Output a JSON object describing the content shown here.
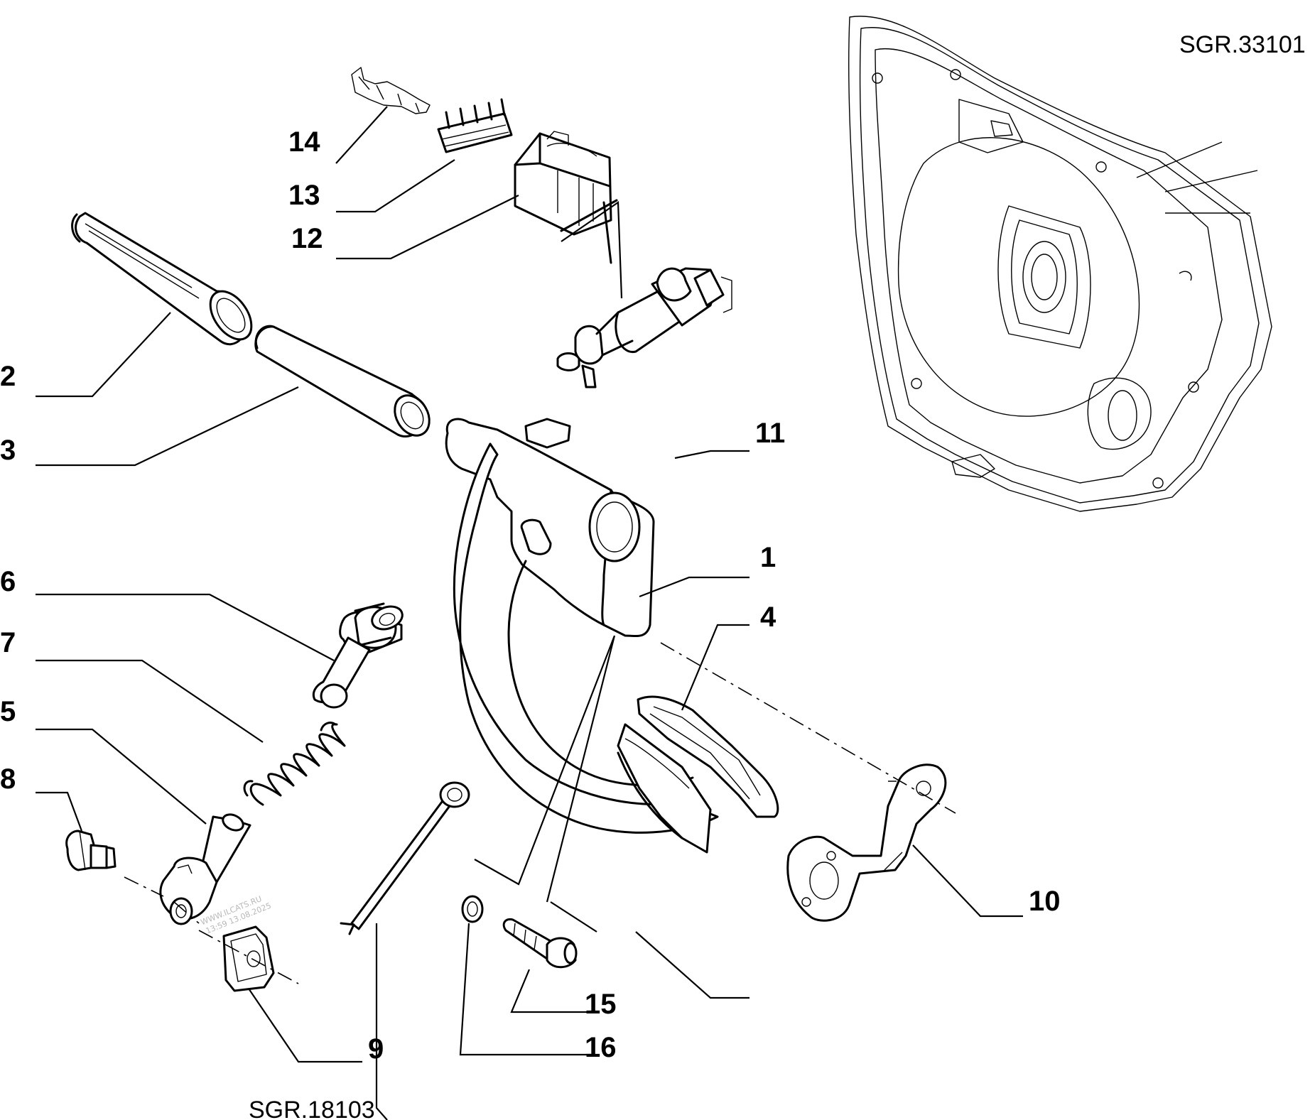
{
  "diagram": {
    "references": {
      "top_right": "SGR.33101",
      "bottom": "SGR.18103"
    },
    "watermark": {
      "line1": "WWW.ILCATS.RU",
      "line2": "13:59 13.08.2025"
    },
    "callouts": {
      "c1": "1",
      "c2": "2",
      "c3": "3",
      "c4": "4",
      "c5": "5",
      "c6": "6",
      "c7": "7",
      "c8": "8",
      "c9": "9",
      "c10": "10",
      "c11": "11",
      "c12": "12",
      "c13": "13",
      "c14": "14",
      "c15": "15",
      "c16": "16"
    }
  }
}
